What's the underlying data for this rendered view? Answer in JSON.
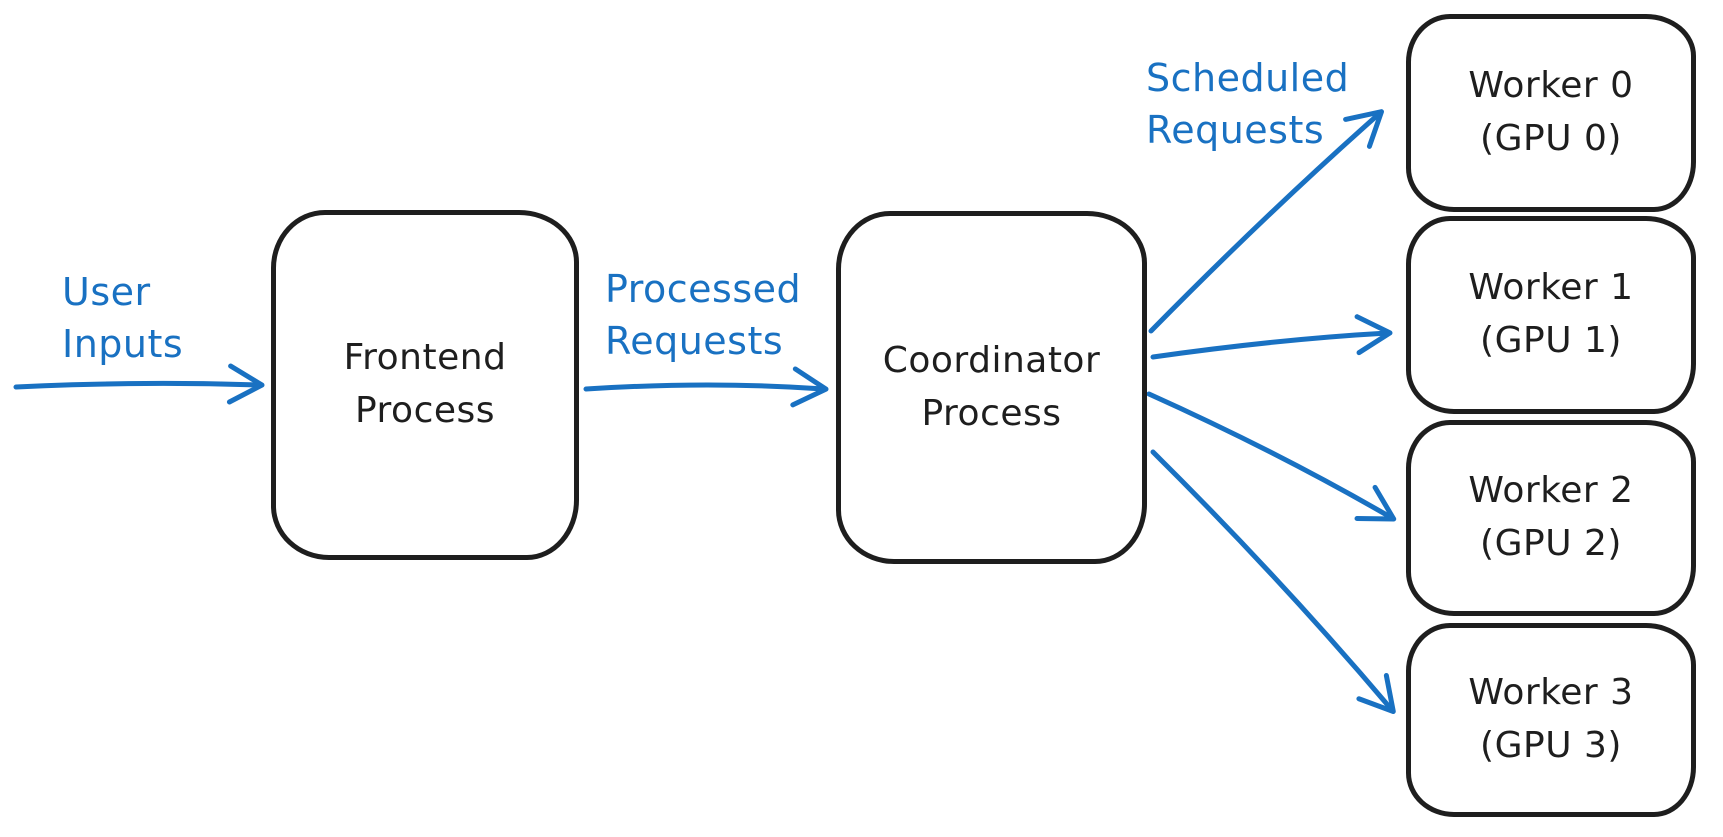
{
  "colors": {
    "ink": "#1e1e1e",
    "accent_blue": "#1971c2",
    "background": "#ffffff"
  },
  "nodes": {
    "frontend": {
      "line1": "Frontend",
      "line2": "Process"
    },
    "coordinator": {
      "line1": "Coordinator",
      "line2": "Process"
    },
    "workers": [
      {
        "line1": "Worker 0",
        "line2": "(GPU 0)"
      },
      {
        "line1": "Worker 1",
        "line2": "(GPU 1)"
      },
      {
        "line1": "Worker 2",
        "line2": "(GPU 2)"
      },
      {
        "line1": "Worker 3",
        "line2": "(GPU 3)"
      }
    ]
  },
  "edge_labels": {
    "user_inputs": {
      "line1": "User",
      "line2": "Inputs"
    },
    "processed_requests": {
      "line1": "Processed",
      "line2": "Requests"
    },
    "scheduled_requests": {
      "line1": "Scheduled",
      "line2": "Requests"
    }
  },
  "edges": [
    {
      "from": "user",
      "to": "frontend",
      "label": "User Inputs"
    },
    {
      "from": "frontend",
      "to": "coordinator",
      "label": "Processed Requests"
    },
    {
      "from": "coordinator",
      "to": "worker0",
      "label": "Scheduled Requests"
    },
    {
      "from": "coordinator",
      "to": "worker1",
      "label": "Scheduled Requests"
    },
    {
      "from": "coordinator",
      "to": "worker2",
      "label": "Scheduled Requests"
    },
    {
      "from": "coordinator",
      "to": "worker3",
      "label": "Scheduled Requests"
    }
  ]
}
